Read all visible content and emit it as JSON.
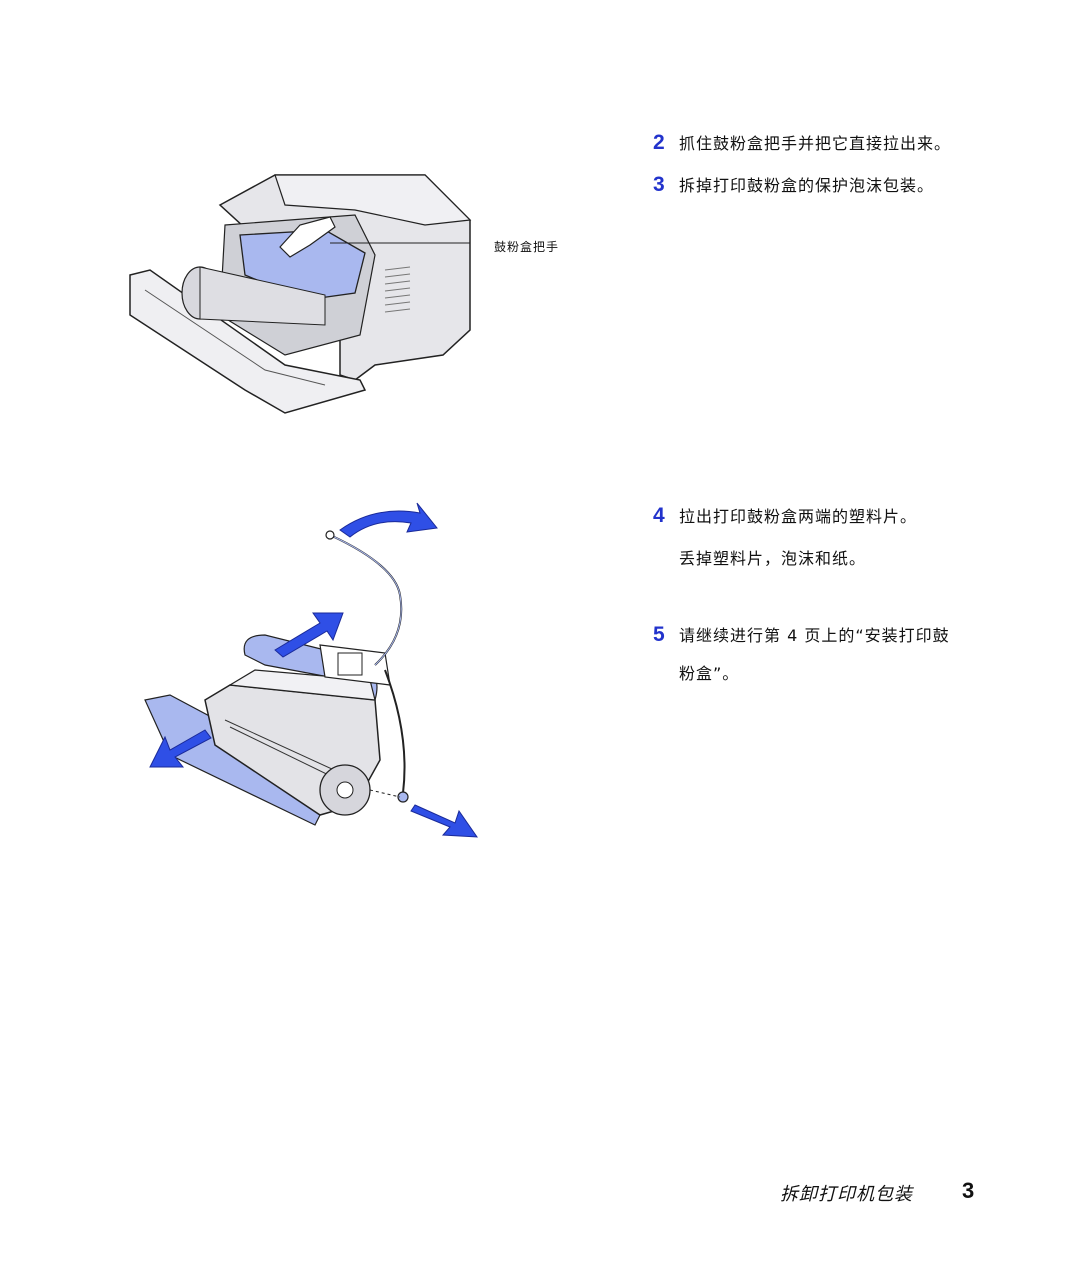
{
  "steps": [
    {
      "number": "2",
      "text": "抓住鼓粉盒把手并把它直接拉出来。"
    },
    {
      "number": "3",
      "text": "拆掉打印鼓粉盒的保护泡沫包装。"
    },
    {
      "number": "4",
      "text": "拉出打印鼓粉盒两端的塑料片。"
    },
    {
      "number": "",
      "text": "丢掉塑料片，泡沫和纸。"
    },
    {
      "number": "5",
      "text": "请继续进行第 4 页上的“安装打印鼓",
      "text2": "粉盒”。"
    }
  ],
  "callout": {
    "label": "鼓粉盒把手"
  },
  "footer": {
    "title": "拆卸打印机包装",
    "page": "3"
  },
  "colors": {
    "accent": "#2233cc",
    "film": "#a9b8ef",
    "arrow": "#2f4fe6",
    "line": "#222222"
  }
}
